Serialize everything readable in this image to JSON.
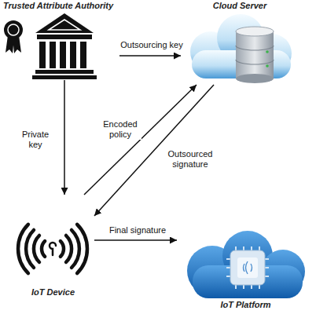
{
  "diagram": {
    "nodes": [
      {
        "text": [
          "Trusted Attribute Authority"
        ]
      },
      {
        "text": [
          "Cloud Server"
        ]
      },
      {
        "text": [
          "IoT Device"
        ]
      },
      {
        "text": [
          "IoT Platform"
        ]
      }
    ],
    "edges": [
      {
        "from": 0,
        "to": 1,
        "label": "Outsourcing key",
        "arrow": "to"
      },
      {
        "from": 0,
        "to": 2,
        "label": "Private key",
        "arrow": "to"
      },
      {
        "from": 2,
        "to": 1,
        "label": "Encoded policy",
        "arrow": "to"
      },
      {
        "from": 1,
        "to": 2,
        "label": "Outsourced signature",
        "arrow": "to"
      },
      {
        "from": 2,
        "to": 3,
        "label": "Final signature",
        "arrow": "to"
      }
    ]
  }
}
